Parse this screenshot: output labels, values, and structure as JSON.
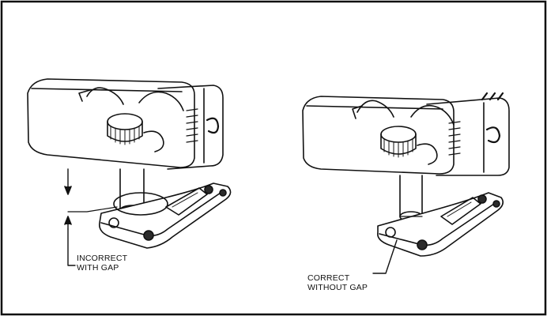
{
  "labels": {
    "incorrect_line1": "INCORRECT",
    "incorrect_line2": "WITH GAP",
    "correct_line1": "CORRECT",
    "correct_line2": "WITHOUT GAP"
  },
  "colors": {
    "line": "#111111",
    "paper": "#ffffff",
    "fill_dark": "#2b2b2b"
  }
}
